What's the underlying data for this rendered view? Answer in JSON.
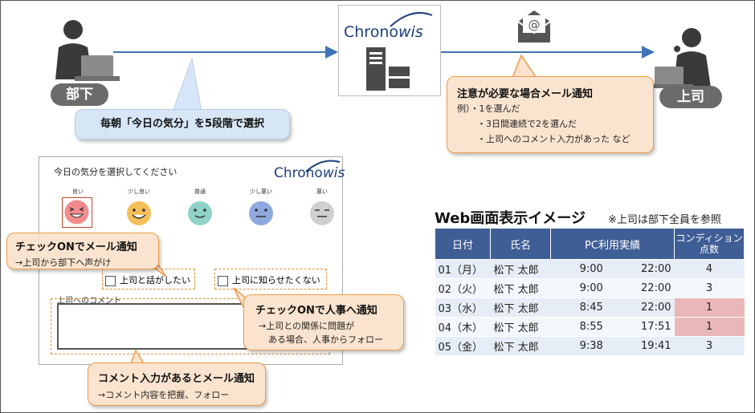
{
  "top": {
    "subordinate_label": "部下",
    "boss_label": "上司",
    "logo_text_main": "Chrono",
    "logo_text_accent": "wis",
    "daily_callout": "毎朝「今日の気分」を5段階で選択",
    "mail_callout": {
      "title": "注意が必要な場合メール通知",
      "example_prefix": "例）",
      "items": [
        "・1を選んだ",
        "・3日間連続で2を選んだ",
        "・上司へのコメント入力があった など"
      ]
    }
  },
  "screen": {
    "title": "今日の気分を選択してください",
    "moods": [
      {
        "label": "良い",
        "color": "#f28c8c"
      },
      {
        "label": "少し良い",
        "color": "#f5c05a"
      },
      {
        "label": "普通",
        "color": "#8fd3c7"
      },
      {
        "label": "少し悪い",
        "color": "#8fa9de"
      },
      {
        "label": "悪い",
        "color": "#cfcfcf"
      }
    ],
    "check1": "上司と話がしたい",
    "check2": "上司に知らせたくない",
    "comment_label": "上司へのコメント"
  },
  "callouts": {
    "check_mail": {
      "title": "チェックONでメール通知",
      "sub": "→上司から部下へ声がけ"
    },
    "check_hr": {
      "title": "チェックONで人事へ通知",
      "sub1": "→上司との関係に問題が",
      "sub2": "ある場合、人事からフォロー"
    },
    "comment_mail": {
      "title": "コメント入力があるとメール通知",
      "sub": "→コメント内容を把握、フォロー"
    }
  },
  "web": {
    "title": "Web画面表示イメージ",
    "note": "※上司は部下全員を参照",
    "headers": [
      "日付",
      "氏名",
      "PC利用実績",
      "コンディション点数"
    ],
    "rows": [
      {
        "date": "01（月）",
        "name": "松下 太郎",
        "start": "9:00",
        "end": "22:00",
        "score": "4",
        "hl": false
      },
      {
        "date": "02（火）",
        "name": "松下 太郎",
        "start": "9:00",
        "end": "22:00",
        "score": "3",
        "hl": false
      },
      {
        "date": "03（水）",
        "name": "松下 太郎",
        "start": "8:45",
        "end": "22:00",
        "score": "1",
        "hl": true
      },
      {
        "date": "04（木）",
        "name": "松下 太郎",
        "start": "8:55",
        "end": "17:51",
        "score": "1",
        "hl": true
      },
      {
        "date": "05（金）",
        "name": "松下 太郎",
        "start": "9:38",
        "end": "19:41",
        "score": "3",
        "hl": false
      }
    ]
  },
  "colors": {
    "accent_orange": "#ef9b48",
    "table_header": "#3f5e96",
    "arrow": "#3f73b5"
  }
}
